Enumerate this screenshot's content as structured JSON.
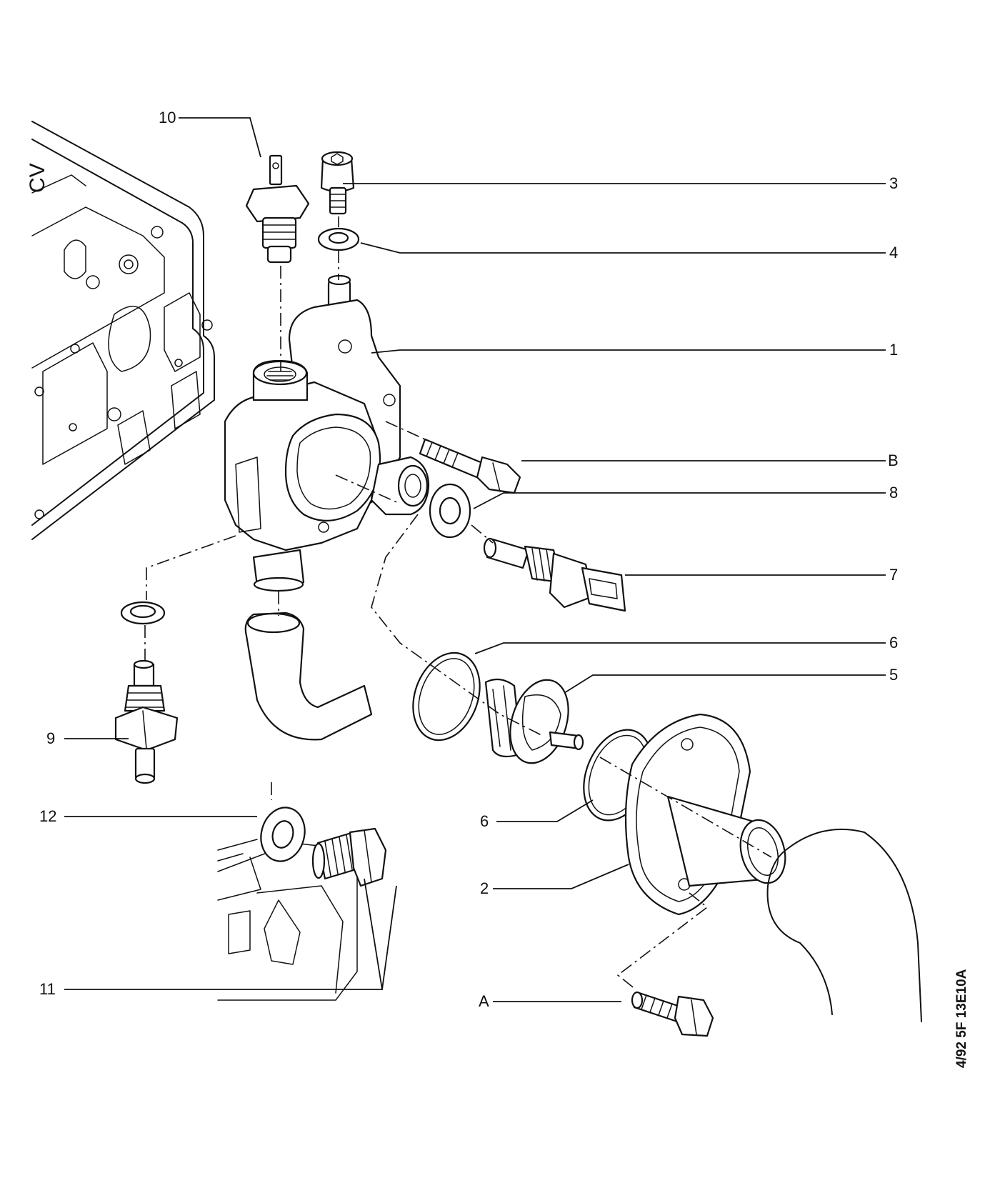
{
  "callouts": {
    "c1": "1",
    "c2": "2",
    "c3": "3",
    "c4": "4",
    "c5": "5",
    "c6a": "6",
    "c6b": "6",
    "c7": "7",
    "c8": "8",
    "c9": "9",
    "c10": "10",
    "c11": "11",
    "c12": "12",
    "cA": "A",
    "cB": "B"
  },
  "reference_code": "4/92   5F   13E10A",
  "engine_block_marking": "CV"
}
